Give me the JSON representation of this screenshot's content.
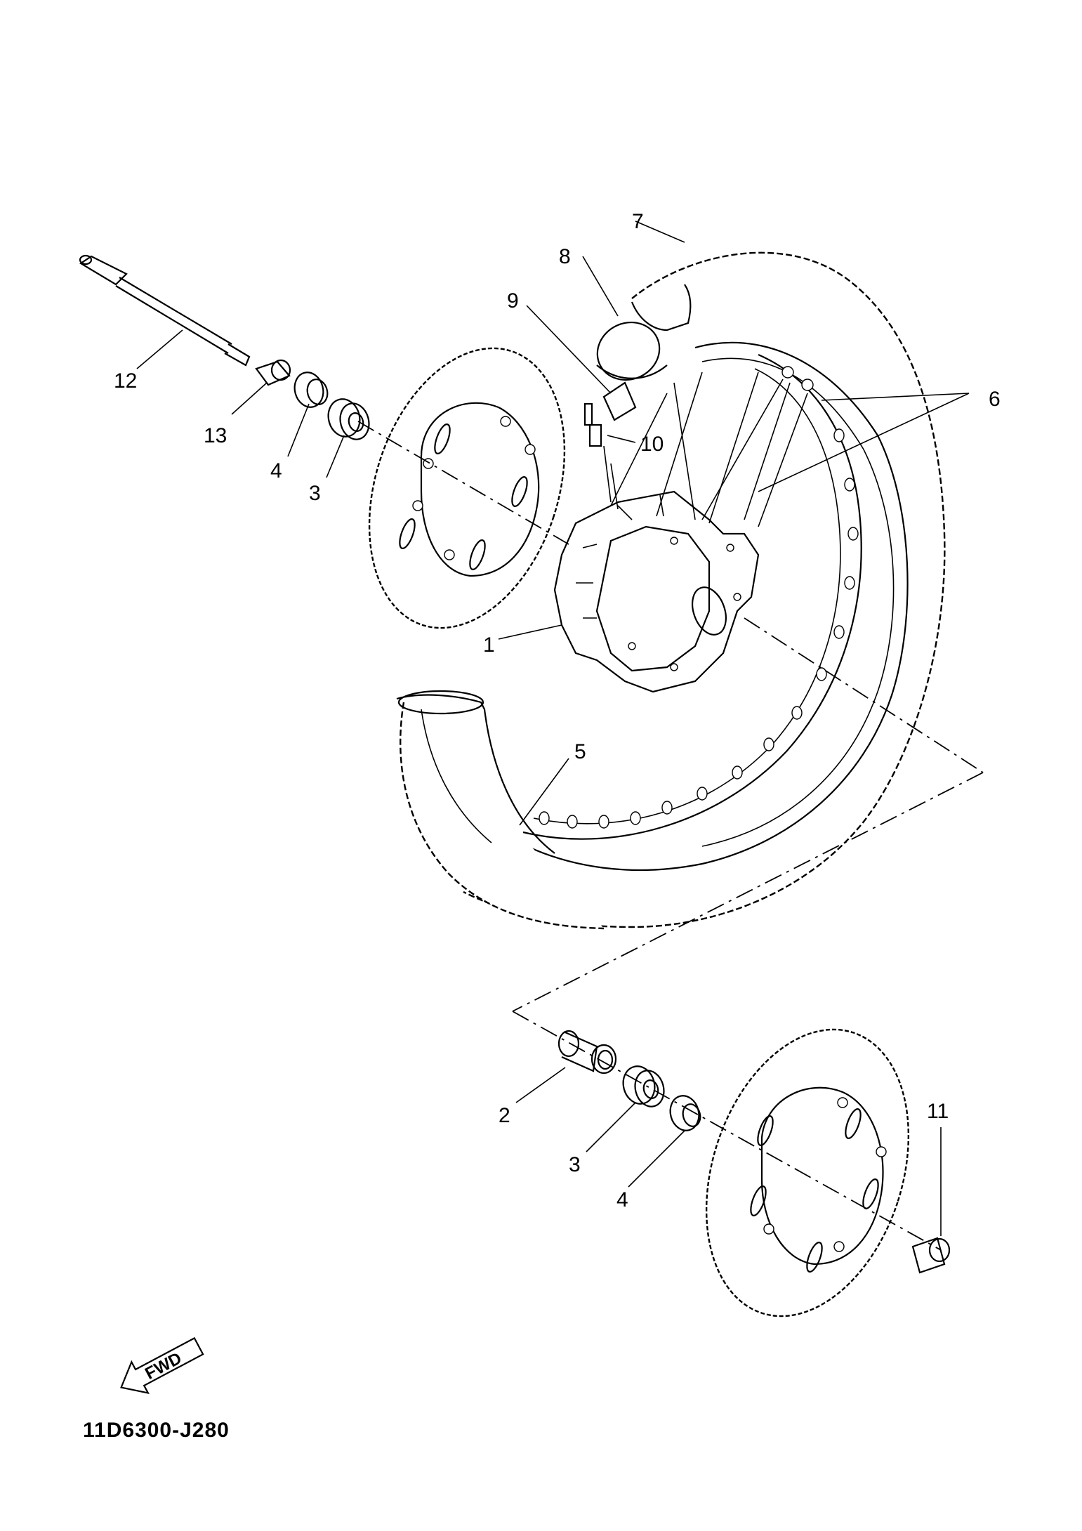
{
  "callouts": {
    "c1": "1",
    "c2": "2",
    "c3a": "3",
    "c3b": "3",
    "c4a": "4",
    "c4b": "4",
    "c5": "5",
    "c6": "6",
    "c7": "7",
    "c8": "8",
    "c9": "9",
    "c10": "10",
    "c11": "11",
    "c12": "12",
    "c13": "13"
  },
  "fwd_label": "FWD",
  "drawing_code": "11D6300-J280"
}
